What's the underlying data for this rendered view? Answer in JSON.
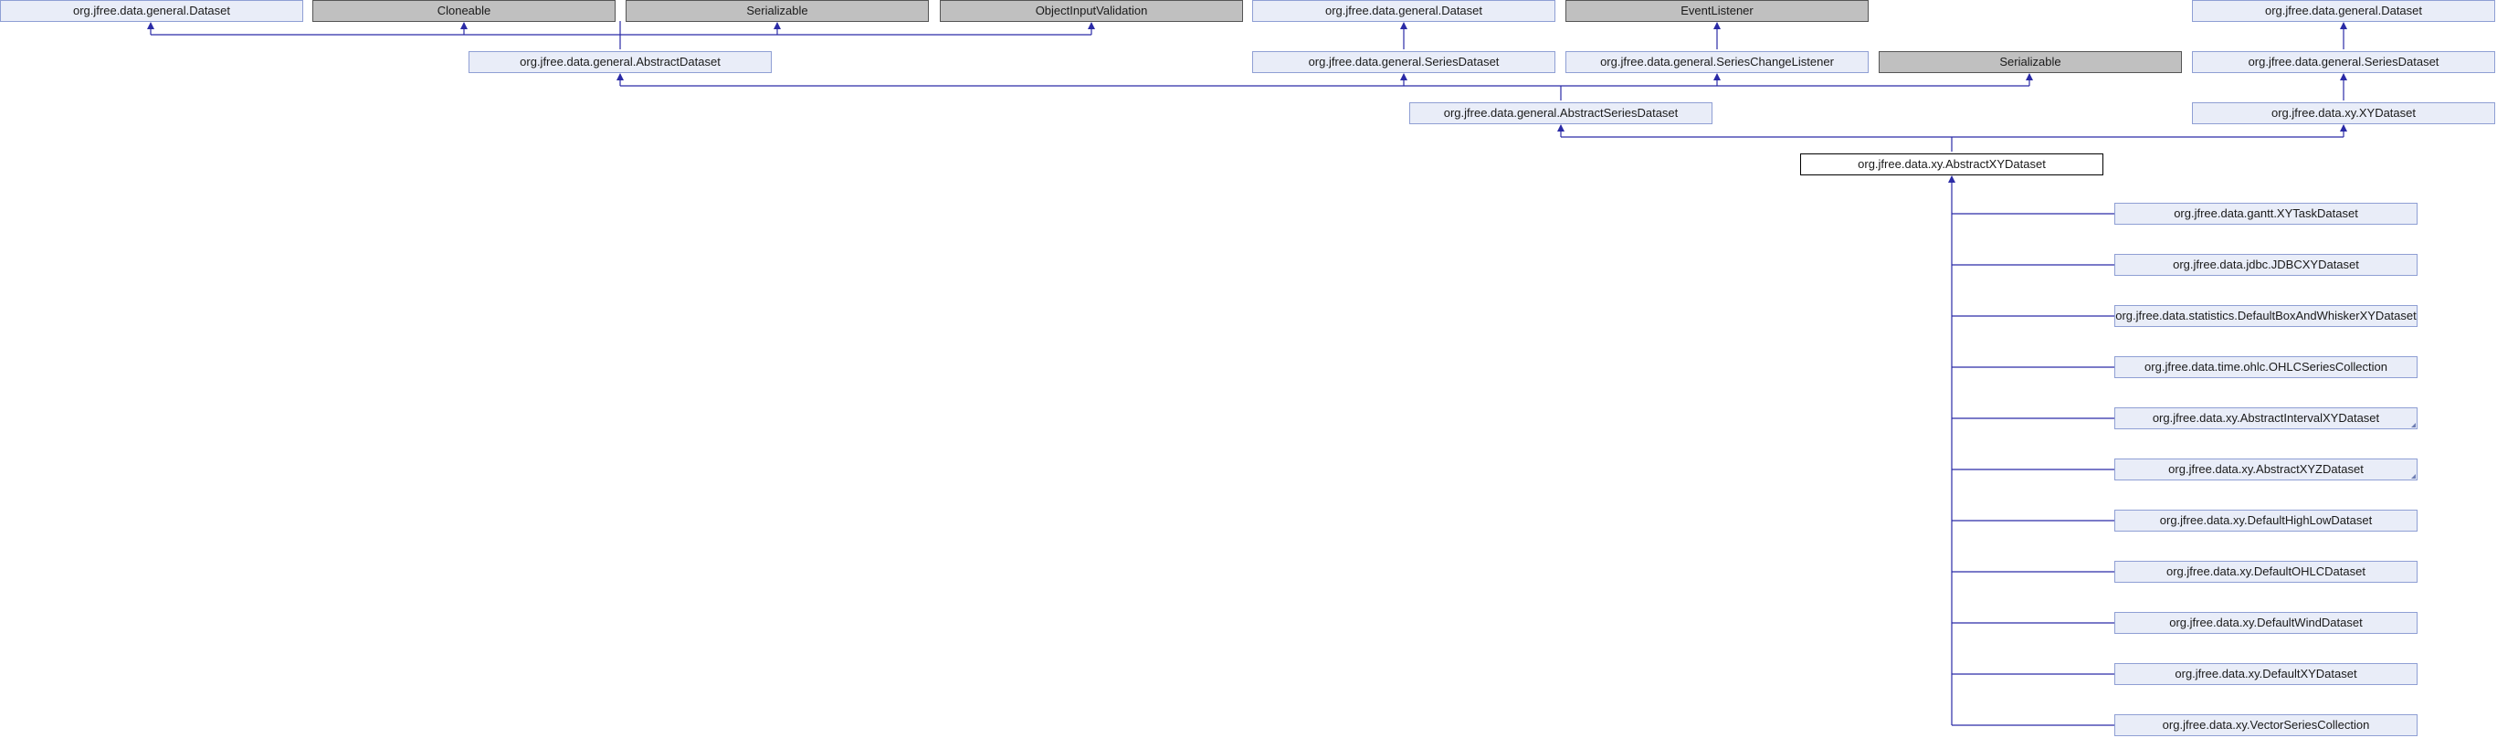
{
  "colors": {
    "edge": "#2b2ba6",
    "node_fill": "#e9edf8",
    "node_border": "#8f9fd4",
    "external_fill": "#c0c0c0"
  },
  "nodes": {
    "dataset_a": {
      "label": "org.jfree.data.general.Dataset",
      "kind": "class"
    },
    "cloneable": {
      "label": "Cloneable",
      "kind": "external"
    },
    "serializable_a": {
      "label": "Serializable",
      "kind": "external"
    },
    "object_input_validation": {
      "label": "ObjectInputValidation",
      "kind": "external"
    },
    "dataset_b": {
      "label": "org.jfree.data.general.Dataset",
      "kind": "class"
    },
    "event_listener": {
      "label": "EventListener",
      "kind": "external"
    },
    "dataset_c": {
      "label": "org.jfree.data.general.Dataset",
      "kind": "class"
    },
    "abstract_dataset": {
      "label": "org.jfree.data.general.AbstractDataset",
      "kind": "class"
    },
    "series_dataset_a": {
      "label": "org.jfree.data.general.SeriesDataset",
      "kind": "class"
    },
    "series_change_listener": {
      "label": "org.jfree.data.general.SeriesChangeListener",
      "kind": "class"
    },
    "serializable_b": {
      "label": "Serializable",
      "kind": "external"
    },
    "series_dataset_b": {
      "label": "org.jfree.data.general.SeriesDataset",
      "kind": "class"
    },
    "abstract_series_dataset": {
      "label": "org.jfree.data.general.AbstractSeriesDataset",
      "kind": "class"
    },
    "xy_dataset": {
      "label": "org.jfree.data.xy.XYDataset",
      "kind": "class"
    },
    "abstract_xy_dataset": {
      "label": "org.jfree.data.xy.AbstractXYDataset",
      "kind": "focus"
    },
    "xy_task_dataset": {
      "label": "org.jfree.data.gantt.XYTaskDataset",
      "kind": "class"
    },
    "jdbc_xy_dataset": {
      "label": "org.jfree.data.jdbc.JDBCXYDataset",
      "kind": "class"
    },
    "default_box_and_whisker_xy_dataset": {
      "label": "org.jfree.data.statistics.DefaultBoxAndWhiskerXYDataset",
      "kind": "class"
    },
    "ohlc_series_collection": {
      "label": "org.jfree.data.time.ohlc.OHLCSeriesCollection",
      "kind": "class"
    },
    "abstract_interval_xy_dataset": {
      "label": "org.jfree.data.xy.AbstractIntervalXYDataset",
      "kind": "class",
      "folded": true
    },
    "abstract_xyz_dataset": {
      "label": "org.jfree.data.xy.AbstractXYZDataset",
      "kind": "class",
      "folded": true
    },
    "default_high_low_dataset": {
      "label": "org.jfree.data.xy.DefaultHighLowDataset",
      "kind": "class"
    },
    "default_ohlc_dataset": {
      "label": "org.jfree.data.xy.DefaultOHLCDataset",
      "kind": "class"
    },
    "default_wind_dataset": {
      "label": "org.jfree.data.xy.DefaultWindDataset",
      "kind": "class"
    },
    "default_xy_dataset": {
      "label": "org.jfree.data.xy.DefaultXYDataset",
      "kind": "class"
    },
    "vector_series_collection": {
      "label": "org.jfree.data.xy.VectorSeriesCollection",
      "kind": "class"
    }
  }
}
